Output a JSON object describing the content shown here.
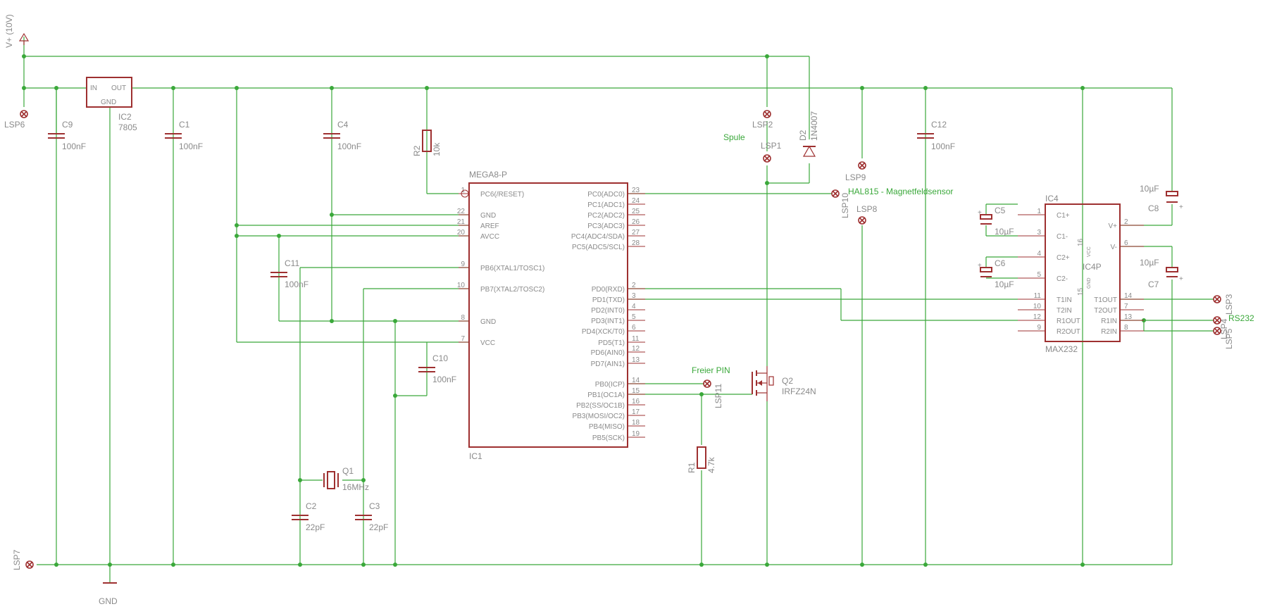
{
  "colors": {
    "wire": "#3aa83a",
    "part": "#9e3030",
    "label": "#8a8a8a",
    "net_label": "#3aa83a"
  },
  "supply": {
    "vplus": "V+ (10V)",
    "gnd": "GND"
  },
  "regulator": {
    "name": "IC2",
    "value": "7805",
    "in": "IN",
    "out": "OUT",
    "gnd": "GND"
  },
  "caps": {
    "c1": {
      "name": "C1",
      "value": "100nF"
    },
    "c2": {
      "name": "C2",
      "value": "22pF"
    },
    "c3": {
      "name": "C3",
      "value": "22pF"
    },
    "c4": {
      "name": "C4",
      "value": "100nF"
    },
    "c5": {
      "name": "C5",
      "value": "10µF"
    },
    "c6": {
      "name": "C6",
      "value": "10µF"
    },
    "c7": {
      "name": "C7",
      "value": "10µF"
    },
    "c8": {
      "name": "C8",
      "value": "10µF"
    },
    "c9": {
      "name": "C9",
      "value": "100nF"
    },
    "c10": {
      "name": "C10",
      "value": "100nF"
    },
    "c11": {
      "name": "C11",
      "value": "100nF"
    },
    "c12": {
      "name": "C12",
      "value": "100nF"
    }
  },
  "resistors": {
    "r1": {
      "name": "R1",
      "value": "4.7k"
    },
    "r2": {
      "name": "R2",
      "value": "10k"
    }
  },
  "crystal": {
    "name": "Q1",
    "value": "16MHz"
  },
  "diode": {
    "name": "D2",
    "value": "1N4007"
  },
  "mosfet": {
    "name": "Q2",
    "value": "IRFZ24N"
  },
  "mcu": {
    "name": "IC1",
    "value": "MEGA8-P",
    "left_pins": [
      {
        "num": "1",
        "name": "PC6(/RESET)"
      },
      {
        "num": "22",
        "name": "GND"
      },
      {
        "num": "21",
        "name": "AREF"
      },
      {
        "num": "20",
        "name": "AVCC"
      },
      {
        "num": "9",
        "name": "PB6(XTAL1/TOSC1)"
      },
      {
        "num": "10",
        "name": "PB7(XTAL2/TOSC2)"
      },
      {
        "num": "8",
        "name": "GND"
      },
      {
        "num": "7",
        "name": "VCC"
      }
    ],
    "right_pins": [
      {
        "num": "23",
        "name": "PC0(ADC0)"
      },
      {
        "num": "24",
        "name": "PC1(ADC1)"
      },
      {
        "num": "25",
        "name": "PC2(ADC2)"
      },
      {
        "num": "26",
        "name": "PC3(ADC3)"
      },
      {
        "num": "27",
        "name": "PC4(ADC4/SDA)"
      },
      {
        "num": "28",
        "name": "PC5(ADC5/SCL)"
      },
      {
        "num": "2",
        "name": "PD0(RXD)"
      },
      {
        "num": "3",
        "name": "PD1(TXD)"
      },
      {
        "num": "4",
        "name": "PD2(INT0)"
      },
      {
        "num": "5",
        "name": "PD3(INT1)"
      },
      {
        "num": "6",
        "name": "PD4(XCK/T0)"
      },
      {
        "num": "11",
        "name": "PD5(T1)"
      },
      {
        "num": "12",
        "name": "PD6(AIN0)"
      },
      {
        "num": "13",
        "name": "PD7(AIN1)"
      },
      {
        "num": "14",
        "name": "PB0(ICP)"
      },
      {
        "num": "15",
        "name": "PB1(OC1A)"
      },
      {
        "num": "16",
        "name": "PB2(SS/OC1B)"
      },
      {
        "num": "17",
        "name": "PB3(MOSI/OC2)"
      },
      {
        "num": "18",
        "name": "PB4(MISO)"
      },
      {
        "num": "19",
        "name": "PB5(SCK)"
      }
    ]
  },
  "max232": {
    "name": "IC4",
    "value": "MAX232",
    "power_name": "IC4P",
    "vcc_pin": "16",
    "gnd_pin": "15",
    "vcc": "VCC",
    "gnd": "GND",
    "left_pins": [
      {
        "num": "1",
        "name": "C1+"
      },
      {
        "num": "3",
        "name": "C1-"
      },
      {
        "num": "4",
        "name": "C2+"
      },
      {
        "num": "5",
        "name": "C2-"
      },
      {
        "num": "11",
        "name": "T1IN"
      },
      {
        "num": "10",
        "name": "T2IN"
      },
      {
        "num": "12",
        "name": "R1OUT"
      },
      {
        "num": "9",
        "name": "R2OUT"
      }
    ],
    "right_pins": [
      {
        "num": "2",
        "name": "V+"
      },
      {
        "num": "6",
        "name": "V-"
      },
      {
        "num": "14",
        "name": "T1OUT"
      },
      {
        "num": "7",
        "name": "T2OUT"
      },
      {
        "num": "13",
        "name": "R1IN"
      },
      {
        "num": "8",
        "name": "R2IN"
      }
    ]
  },
  "test_points": {
    "lsp1": "LSP1",
    "lsp2": "LSP2",
    "lsp3": "LSP3",
    "lsp4": "LSP4",
    "lsp5": "LSP5",
    "lsp6": "LSP6",
    "lsp7": "LSP7",
    "lsp8": "LSP8",
    "lsp9": "LSP9",
    "lsp10": "LSP10",
    "lsp11": "LSP11"
  },
  "net_labels": {
    "spule": "Spule",
    "hal": "HAL815 - Magnetfeldsensor",
    "freier_pin": "Freier PIN",
    "rs232": "RS232"
  }
}
